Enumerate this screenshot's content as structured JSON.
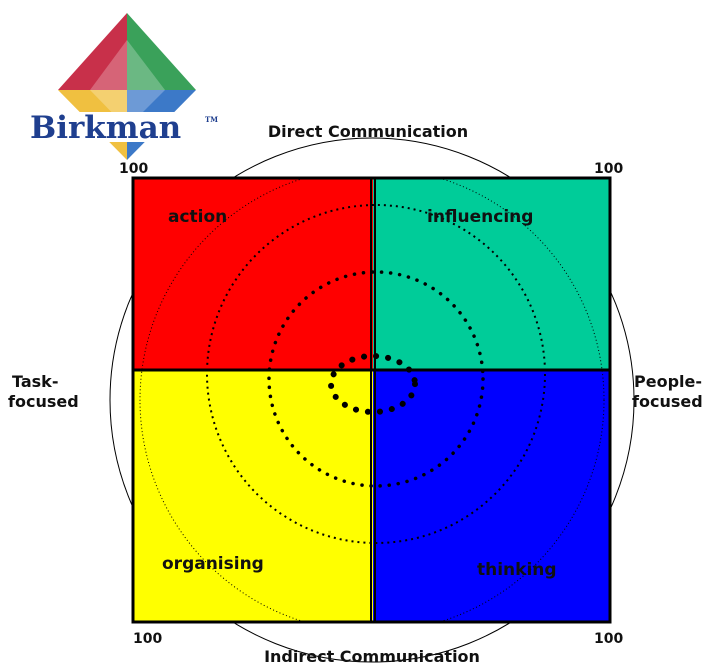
{
  "logo": {
    "text": "Birkman",
    "trademark": "TM",
    "colors": {
      "red": "#c8304a",
      "green": "#3aa15a",
      "blue": "#3c79c8",
      "yellow": "#f0c040"
    }
  },
  "axes": {
    "top": "Direct Communication",
    "bottom": "Indirect Communication",
    "left_line1": "Task-",
    "left_line2": "focused",
    "right_line1": "People-",
    "right_line2": "focused"
  },
  "corners": {
    "top_left": "100",
    "top_right": "100",
    "bottom_left": "100",
    "bottom_right": "100"
  },
  "quadrants": [
    {
      "id": "action",
      "label": "action",
      "color": "#ff0000"
    },
    {
      "id": "influencing",
      "label": "influencing",
      "color": "#00cc99"
    },
    {
      "id": "organising",
      "label": "organising",
      "color": "#ffff00"
    },
    {
      "id": "thinking",
      "label": "thinking",
      "color": "#0000ff"
    }
  ]
}
